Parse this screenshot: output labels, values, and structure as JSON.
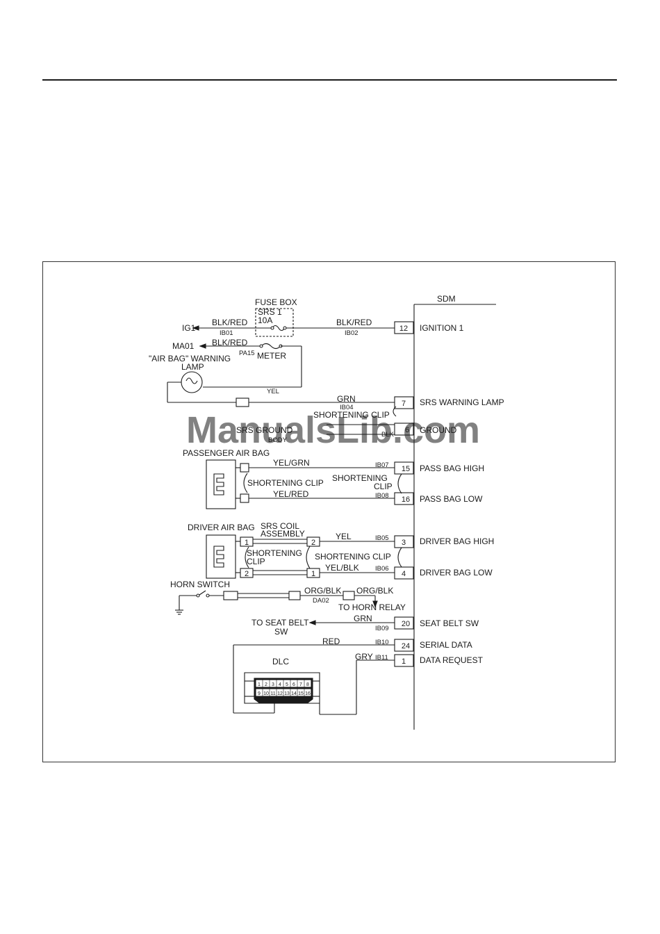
{
  "watermark": "ManualsLib.com",
  "sdm": {
    "title": "SDM",
    "pins": [
      {
        "pin": "12",
        "label": "IGNITION 1"
      },
      {
        "pin": "7",
        "label": "SRS WARNING LAMP"
      },
      {
        "pin": "6",
        "label": "GROUND"
      },
      {
        "pin": "15",
        "label": "PASS BAG HIGH"
      },
      {
        "pin": "16",
        "label": "PASS BAG LOW"
      },
      {
        "pin": "3",
        "label": "DRIVER BAG HIGH"
      },
      {
        "pin": "4",
        "label": "DRIVER BAG LOW"
      },
      {
        "pin": "20",
        "label": "SEAT BELT SW"
      },
      {
        "pin": "24",
        "label": "SERIAL DATA"
      },
      {
        "pin": "1",
        "label": "DATA REQUEST"
      }
    ]
  },
  "fuse_box": {
    "title": "FUSE BOX",
    "fuse": "SRS 1",
    "rating": "10A"
  },
  "ignition": {
    "ig1": "IG1",
    "wire_left": "BLK/RED",
    "conn_left": "IB01",
    "wire_right": "BLK/RED",
    "conn_right": "IB02"
  },
  "meter": {
    "ma01": "MA01",
    "wire": "BLK/RED",
    "conn": "PA15",
    "label": "METER"
  },
  "lamp": {
    "label_line1": "\"AIR BAG\" WARNING",
    "label_line2": "LAMP",
    "wire": "YEL"
  },
  "srs_lamp_wire": {
    "wire": "GRN",
    "conn": "IB04",
    "clip": "SHORTENING CLIP"
  },
  "ground": {
    "text": "SRS GROUND",
    "wire": "BLK",
    "body": "BODY"
  },
  "passenger": {
    "title": "PASSENGER AIR BAG",
    "high_wire": "YEL/GRN",
    "high_conn": "IB07",
    "low_wire": "YEL/RED",
    "low_conn": "IB08",
    "clip_left": "SHORTENING CLIP",
    "clip_right_line1": "SHORTENING",
    "clip_right_line2": "CLIP"
  },
  "driver": {
    "title": "DRIVER AIR BAG",
    "coil_line1": "SRS COIL",
    "coil_line2": "ASSEMBLY",
    "high_wire": "YEL",
    "high_conn": "IB05",
    "low_wire": "YEL/BLK",
    "low_conn": "IB06",
    "clip_left_line1": "SHORTENING",
    "clip_left_line2": "CLIP",
    "clip_right": "SHORTENING CLIP",
    "coil_pins": [
      "1",
      "2",
      "2",
      "1"
    ]
  },
  "horn": {
    "title": "HORN SWITCH",
    "wire": "ORG/BLK",
    "conn": "DA02",
    "wire2": "ORG/BLK",
    "relay": "TO HORN RELAY"
  },
  "seat_belt": {
    "line1": "TO SEAT BELT",
    "line2": "SW",
    "wire": "GRN",
    "conn": "IB09"
  },
  "serial": {
    "wire": "RED",
    "conn": "IB10"
  },
  "data_req": {
    "wire": "GRY",
    "conn": "IB11"
  },
  "dlc": {
    "title": "DLC",
    "row1": [
      "1",
      "2",
      "3",
      "4",
      "5",
      "6",
      "7",
      "8"
    ],
    "row2": [
      "9",
      "10",
      "11",
      "12",
      "13",
      "14",
      "15",
      "16"
    ]
  }
}
